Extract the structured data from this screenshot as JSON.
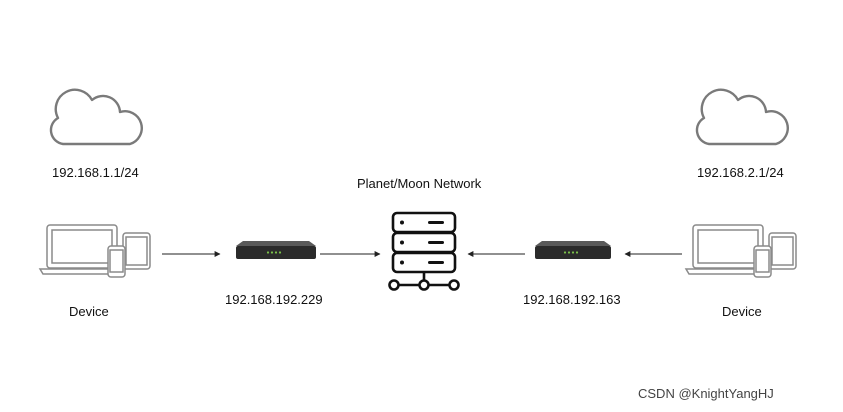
{
  "left_network": {
    "subnet": "192.168.1.1/24",
    "device_label": "Device",
    "router_ip": "192.168.192.229"
  },
  "center": {
    "title": "Planet/Moon Network"
  },
  "right_network": {
    "subnet": "192.168.2.1/24",
    "device_label": "Device",
    "router_ip": "192.168.192.163"
  },
  "watermark": "CSDN @KnightYangHJ",
  "colors": {
    "stroke": "#7a7a7a",
    "server": "#111111",
    "router": "#2b2b2b",
    "led": "#7cc34a"
  }
}
